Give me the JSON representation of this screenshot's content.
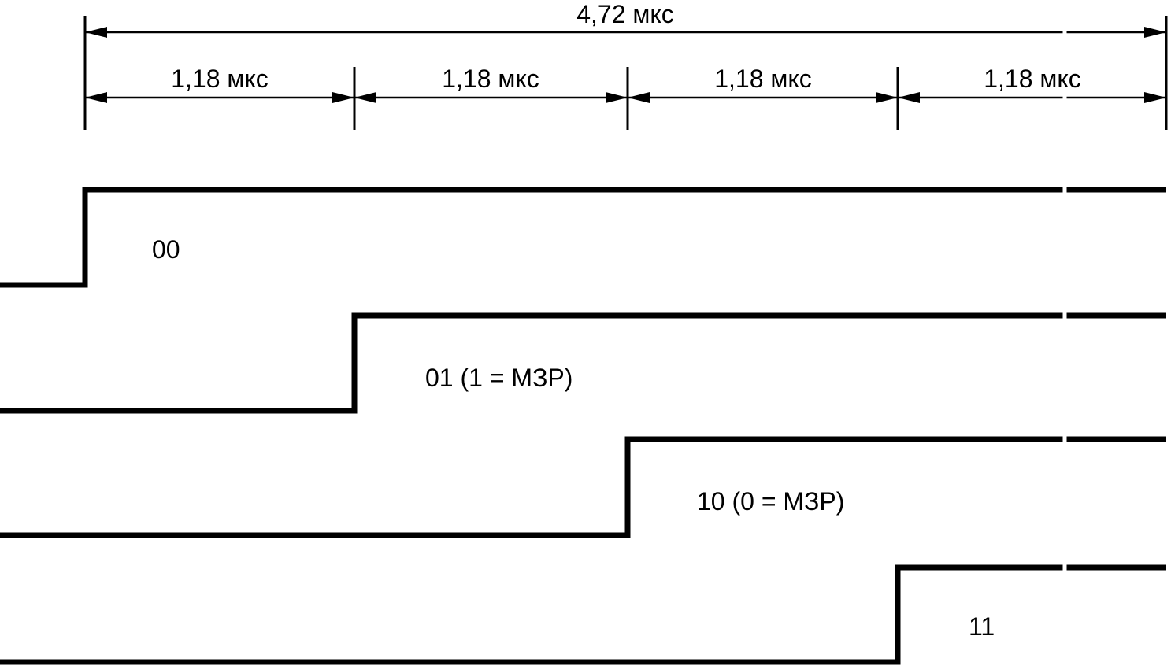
{
  "dimensions": {
    "total_label": "4,72 мкс",
    "segment_labels": [
      "1,18 мкс",
      "1,18 мкс",
      "1,18 мкс",
      "1,18 мкс"
    ]
  },
  "waveforms": [
    {
      "label": "00"
    },
    {
      "label": "01 (1 = МЗР)"
    },
    {
      "label": "10 (0 = МЗР)"
    },
    {
      "label": "11"
    }
  ],
  "colors": {
    "line": "#000000",
    "background": "#ffffff"
  }
}
